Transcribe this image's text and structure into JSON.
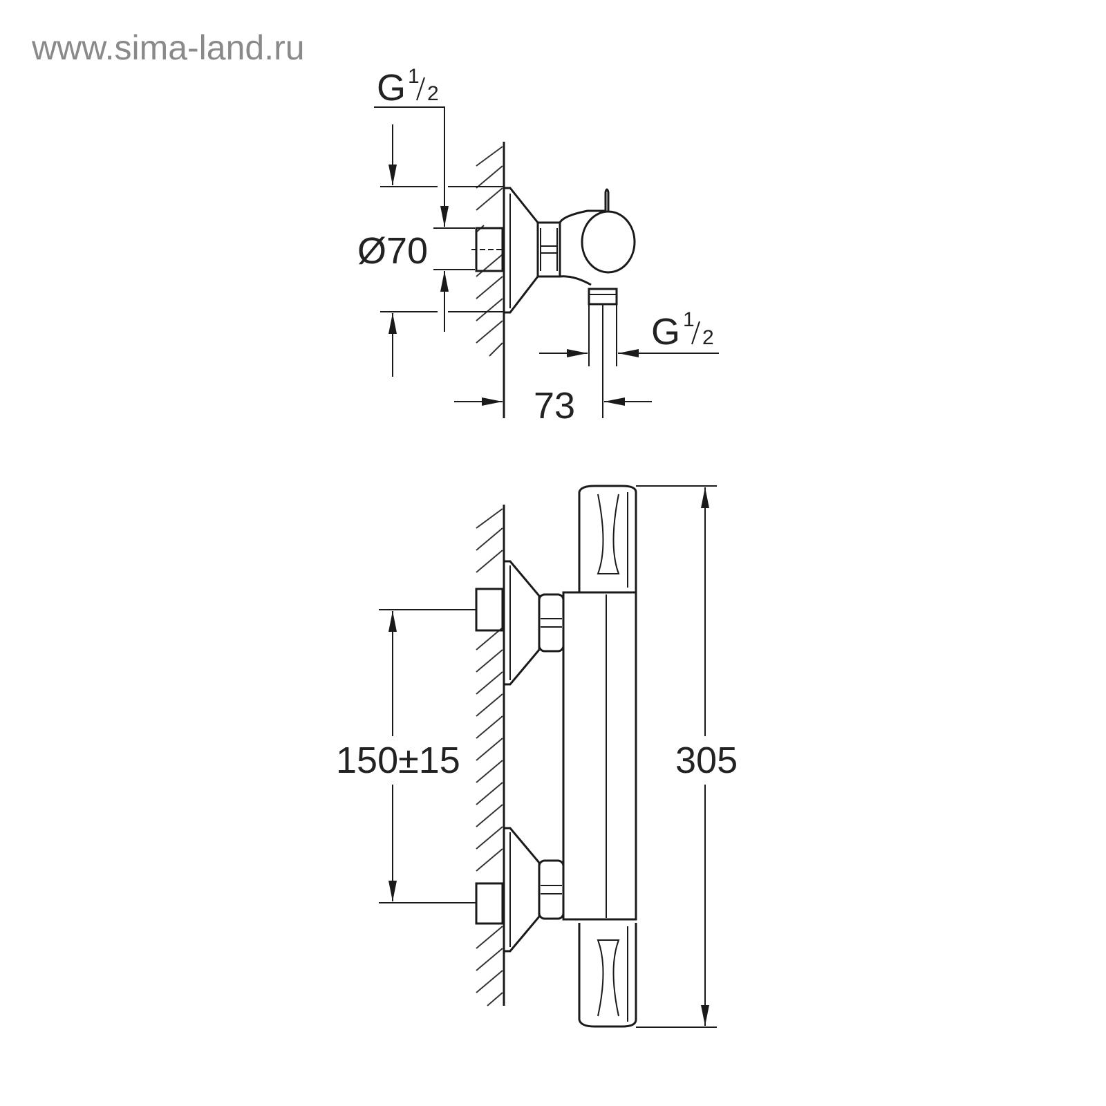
{
  "watermark": "www.sima-land.ru",
  "side_view": {
    "inlet_thread": {
      "main": "G",
      "fraction_num": "1",
      "fraction_den": "2"
    },
    "flange_diameter": "Ø70",
    "outlet_thread": {
      "main": "G",
      "fraction_num": "1",
      "fraction_den": "2"
    },
    "projection": "73"
  },
  "front_view": {
    "inlet_spacing": "150±15",
    "total_height": "305"
  }
}
